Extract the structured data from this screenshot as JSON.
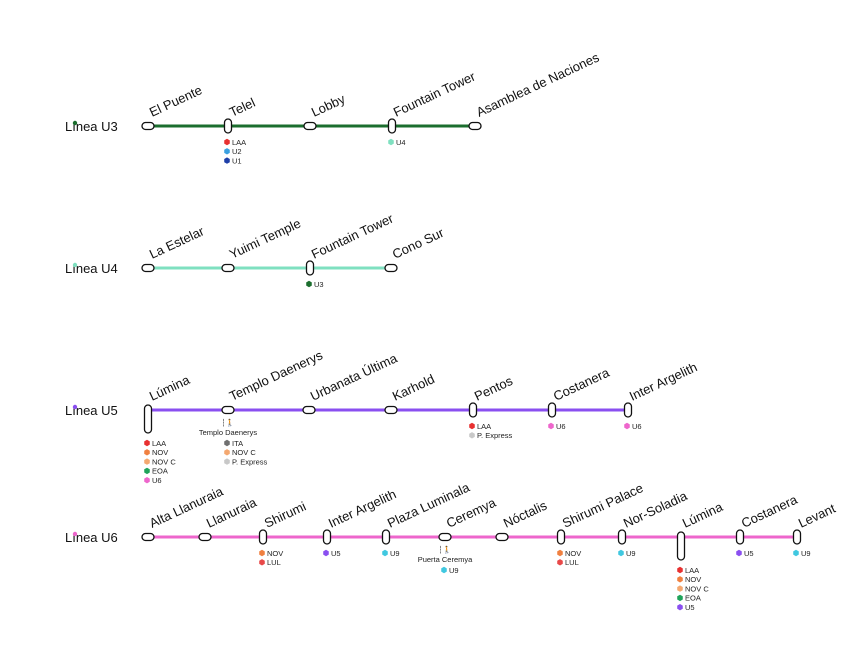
{
  "colors": {
    "U3": "#1b6e2e",
    "U4": "#7fe0c0",
    "U5": "#8a4ff0",
    "U6": "#ee66cc",
    "LAA": "#e83030",
    "NOV": "#f08040",
    "NOV C": "#f4a870",
    "EOA": "#1fa35a",
    "P. Express": "#c8c8c8",
    "ITA": "#707070",
    "U1": "#1e3fa8",
    "U2": "#3aa0e0",
    "LUL": "#e84848",
    "U9": "#40c8e0"
  },
  "lines": [
    {
      "id": "U3",
      "label": "Línea U3",
      "stations": [
        {
          "name": "El Puente",
          "type": "term",
          "connections": []
        },
        {
          "name": "Telel",
          "type": "tall",
          "connections": [
            "LAA",
            "U2",
            "U1"
          ]
        },
        {
          "name": "Lobby",
          "type": "small",
          "connections": []
        },
        {
          "name": "Fountain Tower",
          "type": "tall",
          "connections": [
            "U4"
          ]
        },
        {
          "name": "Asamblea de Naciones",
          "type": "term",
          "connections": []
        }
      ]
    },
    {
      "id": "U4",
      "label": "Línea U4",
      "stations": [
        {
          "name": "La Estelar",
          "type": "term",
          "connections": []
        },
        {
          "name": "Yuimi Temple",
          "type": "small",
          "connections": []
        },
        {
          "name": "Fountain Tower",
          "type": "tall",
          "connections": [
            "U3"
          ]
        },
        {
          "name": "Cono Sur",
          "type": "term",
          "connections": []
        }
      ]
    },
    {
      "id": "U5",
      "label": "Línea U5",
      "stations": [
        {
          "name": "Lúmina",
          "type": "xtall",
          "connections": [
            "LAA",
            "NOV",
            "NOV C",
            "EOA",
            "U6"
          ]
        },
        {
          "name": "Templo Daenerys",
          "type": "small",
          "transfer": "Templo Daenerys",
          "connections": [
            "ITA",
            "NOV C",
            "P. Express"
          ]
        },
        {
          "name": "Urbanata Última",
          "type": "small",
          "connections": []
        },
        {
          "name": "Karhold",
          "type": "small",
          "connections": []
        },
        {
          "name": "Pentos",
          "type": "tall",
          "connections": [
            "LAA",
            "P. Express"
          ]
        },
        {
          "name": "Costanera",
          "type": "tall",
          "connections": [
            "U6"
          ]
        },
        {
          "name": "Inter Argelith",
          "type": "tall",
          "connections": [
            "U6"
          ]
        }
      ]
    },
    {
      "id": "U6",
      "label": "Línea U6",
      "stations": [
        {
          "name": "Alta Llanuraia",
          "type": "term",
          "connections": []
        },
        {
          "name": "Llanuraia",
          "type": "small",
          "connections": []
        },
        {
          "name": "Shirumi",
          "type": "tall",
          "connections": [
            "NOV",
            "LUL"
          ]
        },
        {
          "name": "Inter Argelith",
          "type": "tall",
          "connections": [
            "U5"
          ]
        },
        {
          "name": "Plaza Luminala",
          "type": "tall",
          "connections": [
            "U9"
          ]
        },
        {
          "name": "Ceremya",
          "type": "small",
          "transfer": "Puerta Ceremya",
          "connections": [
            "U9"
          ]
        },
        {
          "name": "Nóctalis",
          "type": "small",
          "connections": []
        },
        {
          "name": "Shirumi Palace",
          "type": "tall",
          "connections": [
            "NOV",
            "LUL"
          ]
        },
        {
          "name": "Nor-Soladia",
          "type": "tall",
          "connections": [
            "U9"
          ]
        },
        {
          "name": "Lúmina",
          "type": "xtall",
          "connections": [
            "LAA",
            "NOV",
            "NOV C",
            "EOA",
            "U5"
          ]
        },
        {
          "name": "Costanera",
          "type": "tall",
          "connections": [
            "U5"
          ]
        },
        {
          "name": "Levant",
          "type": "tall",
          "connections": [
            "U9"
          ]
        }
      ]
    }
  ]
}
